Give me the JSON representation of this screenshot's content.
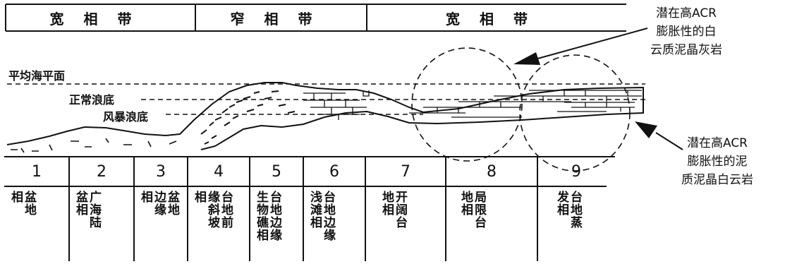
{
  "belts": [
    {
      "label": "宽相带"
    },
    {
      "label": "窄相带"
    },
    {
      "label": "宽相带"
    }
  ],
  "levels": {
    "sea_level": "平均海平面",
    "normal_wave_base": "正常浪底",
    "storm_wave_base": "风暴浪底"
  },
  "callouts": {
    "upper": [
      "潜在高ACR",
      "膨胀性的白",
      "云质泥晶灰岩"
    ],
    "lower": [
      "潜在高ACR",
      "膨胀性的泥",
      "质泥晶白云岩"
    ]
  },
  "zones": [
    {
      "number": "1",
      "facies": "盆地相"
    },
    {
      "number": "2",
      "facies": "广海陆盆相"
    },
    {
      "number": "3",
      "facies": "盆地边缘相"
    },
    {
      "number": "4",
      "facies": "台地前缘斜坡相"
    },
    {
      "number": "5",
      "facies": "台地边缘生物礁相"
    },
    {
      "number": "6",
      "facies": "台地边缘浅滩相"
    },
    {
      "number": "7",
      "facies": "开阔台地相"
    },
    {
      "number": "8",
      "facies": "局限台地相"
    },
    {
      "number": "9",
      "facies": "台地蒸发相"
    }
  ]
}
